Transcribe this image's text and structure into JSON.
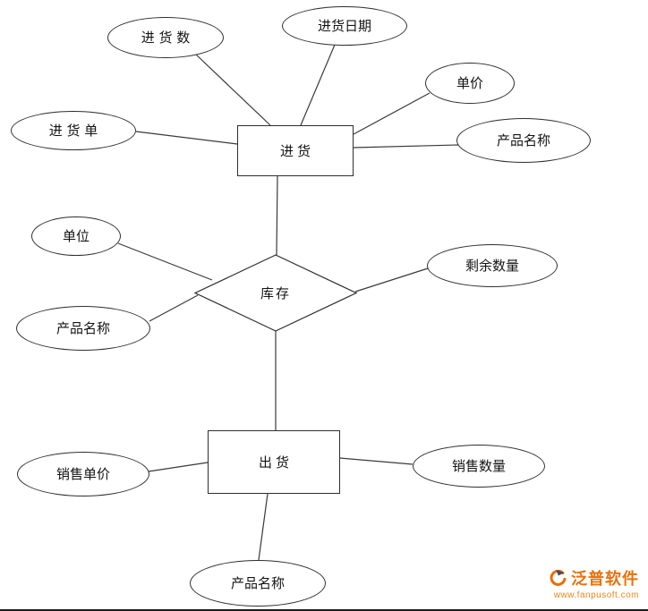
{
  "diagram": {
    "type": "entity-relationship",
    "entities": {
      "purchase": {
        "label": "进货"
      },
      "shipment": {
        "label": "出货"
      }
    },
    "relations": {
      "inventory": {
        "label": "库存"
      }
    },
    "attributes": {
      "purchase_quantity": {
        "label": "进 货 数"
      },
      "purchase_date": {
        "label": "进货日期"
      },
      "unit_price": {
        "label": "单价"
      },
      "product_name_purchase": {
        "label": "产品名称"
      },
      "purchase_order": {
        "label": "进 货 单"
      },
      "unit": {
        "label": "单位"
      },
      "product_name_inventory": {
        "label": "产品名称"
      },
      "remaining_quantity": {
        "label": "剩余数量"
      },
      "sales_unit_price": {
        "label": "销售单价"
      },
      "sales_quantity": {
        "label": "销售数量"
      },
      "product_name_shipment": {
        "label": "产品名称"
      }
    },
    "edges": [
      {
        "from": "purchase_quantity",
        "to": "purchase"
      },
      {
        "from": "purchase_date",
        "to": "purchase"
      },
      {
        "from": "unit_price",
        "to": "purchase"
      },
      {
        "from": "product_name_purchase",
        "to": "purchase"
      },
      {
        "from": "purchase_order",
        "to": "purchase"
      },
      {
        "from": "purchase",
        "to": "inventory"
      },
      {
        "from": "unit",
        "to": "inventory"
      },
      {
        "from": "product_name_inventory",
        "to": "inventory"
      },
      {
        "from": "remaining_quantity",
        "to": "inventory"
      },
      {
        "from": "inventory",
        "to": "shipment"
      },
      {
        "from": "sales_unit_price",
        "to": "shipment"
      },
      {
        "from": "sales_quantity",
        "to": "shipment"
      },
      {
        "from": "product_name_shipment",
        "to": "shipment"
      }
    ],
    "colors": {
      "line": "#3a3a3a",
      "shape_border": "#2e2e2e",
      "watermark_brand": "#e8720c",
      "watermark_url": "#f08519"
    },
    "watermark": {
      "brand": "泛普软件",
      "url": "www.fanpusoft.com"
    }
  }
}
